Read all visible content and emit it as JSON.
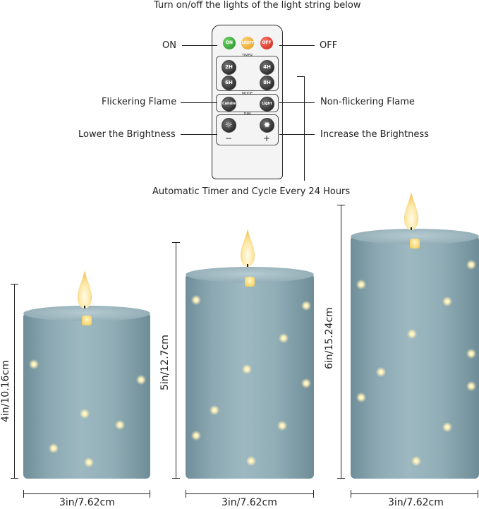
{
  "title": "Turn on/off the lights of the light string below",
  "remote": {
    "buttons": {
      "on": "ON",
      "light": "LIGHT",
      "off": "OFF",
      "timer_label": "TIMER",
      "t2": "2H",
      "t4": "4H",
      "t6": "6H",
      "t8": "8H",
      "mode_label": "MODE",
      "candle": "Candle",
      "light_mode": "Light",
      "dim_label": "DIM",
      "minus": "−",
      "plus": "+"
    }
  },
  "callouts": {
    "on": "ON",
    "off": "OFF",
    "flicker": "Flickering Flame",
    "nonflicker": "Non-flickering Flame",
    "lower": "Lower the Brightness",
    "increase": "Increase the Brightness",
    "timer": "Automatic Timer and Cycle Every 24 Hours"
  },
  "candles": [
    {
      "height_label": "4in/10.16cm",
      "width_label": "3in/7.62cm"
    },
    {
      "height_label": "5in/12.7cm",
      "width_label": "3in/7.62cm"
    },
    {
      "height_label": "6in/15.24cm",
      "width_label": "3in/7.62cm"
    }
  ],
  "colors": {
    "candle_body": "#8ba8b2",
    "remote_body": "#f4f4f4",
    "btn_on": "#2a9e2f",
    "btn_light": "#f0a82a",
    "btn_off": "#d8261c"
  }
}
